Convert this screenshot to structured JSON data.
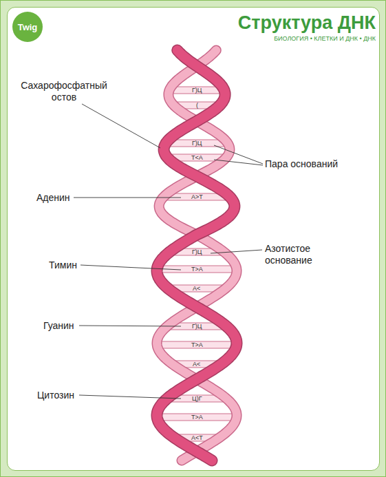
{
  "diagram": {
    "title": "Структура ДНК",
    "nodes": [
      {
        "text": [
          "Twig"
        ]
      }
    ],
    "labels": [
      "БИОЛОГИЯ • КЛЕТКИ И ДНК • ДНК",
      "Сахарофосфатный остов",
      "Пара оснований",
      "Аденин",
      "Азотистое основание",
      "Тимин",
      "Гуанин",
      "Цитозин",
      "Г)Ц",
      "(",
      "Г)Ц",
      "Т<А",
      "А>Т",
      "Г)Ц",
      "Т>А",
      "А<",
      "Г)Ц",
      "Т>А",
      "А<",
      "Ц)Г",
      "Т>А",
      "А<Т"
    ]
  }
}
